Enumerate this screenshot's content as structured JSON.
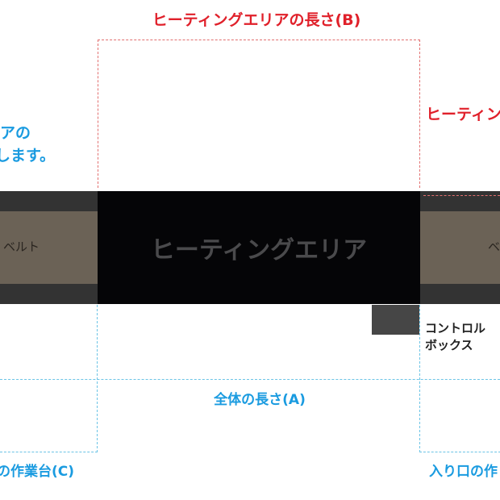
{
  "labels": {
    "heating_length": "ヒーティングエリアの長さ(B)",
    "heating_length_right": "ヒーティン",
    "left_note_line1": "アの",
    "left_note_line2": "します。",
    "belt_left": "ベルト",
    "heating_area": "ヒーティングエリア",
    "belt_right": "ベ",
    "control_box_line1": "コントロル",
    "control_box_line2": "ボックス",
    "total_length": "全体の長さ(A)",
    "table_left": "の作業台(C)",
    "table_right": "入り口の作"
  },
  "colors": {
    "red": "#e0202a",
    "blue": "#1a9be0",
    "heating": "#050507",
    "belt": "#6b6256",
    "belt_edge": "#333333",
    "control_box": "#464646"
  }
}
